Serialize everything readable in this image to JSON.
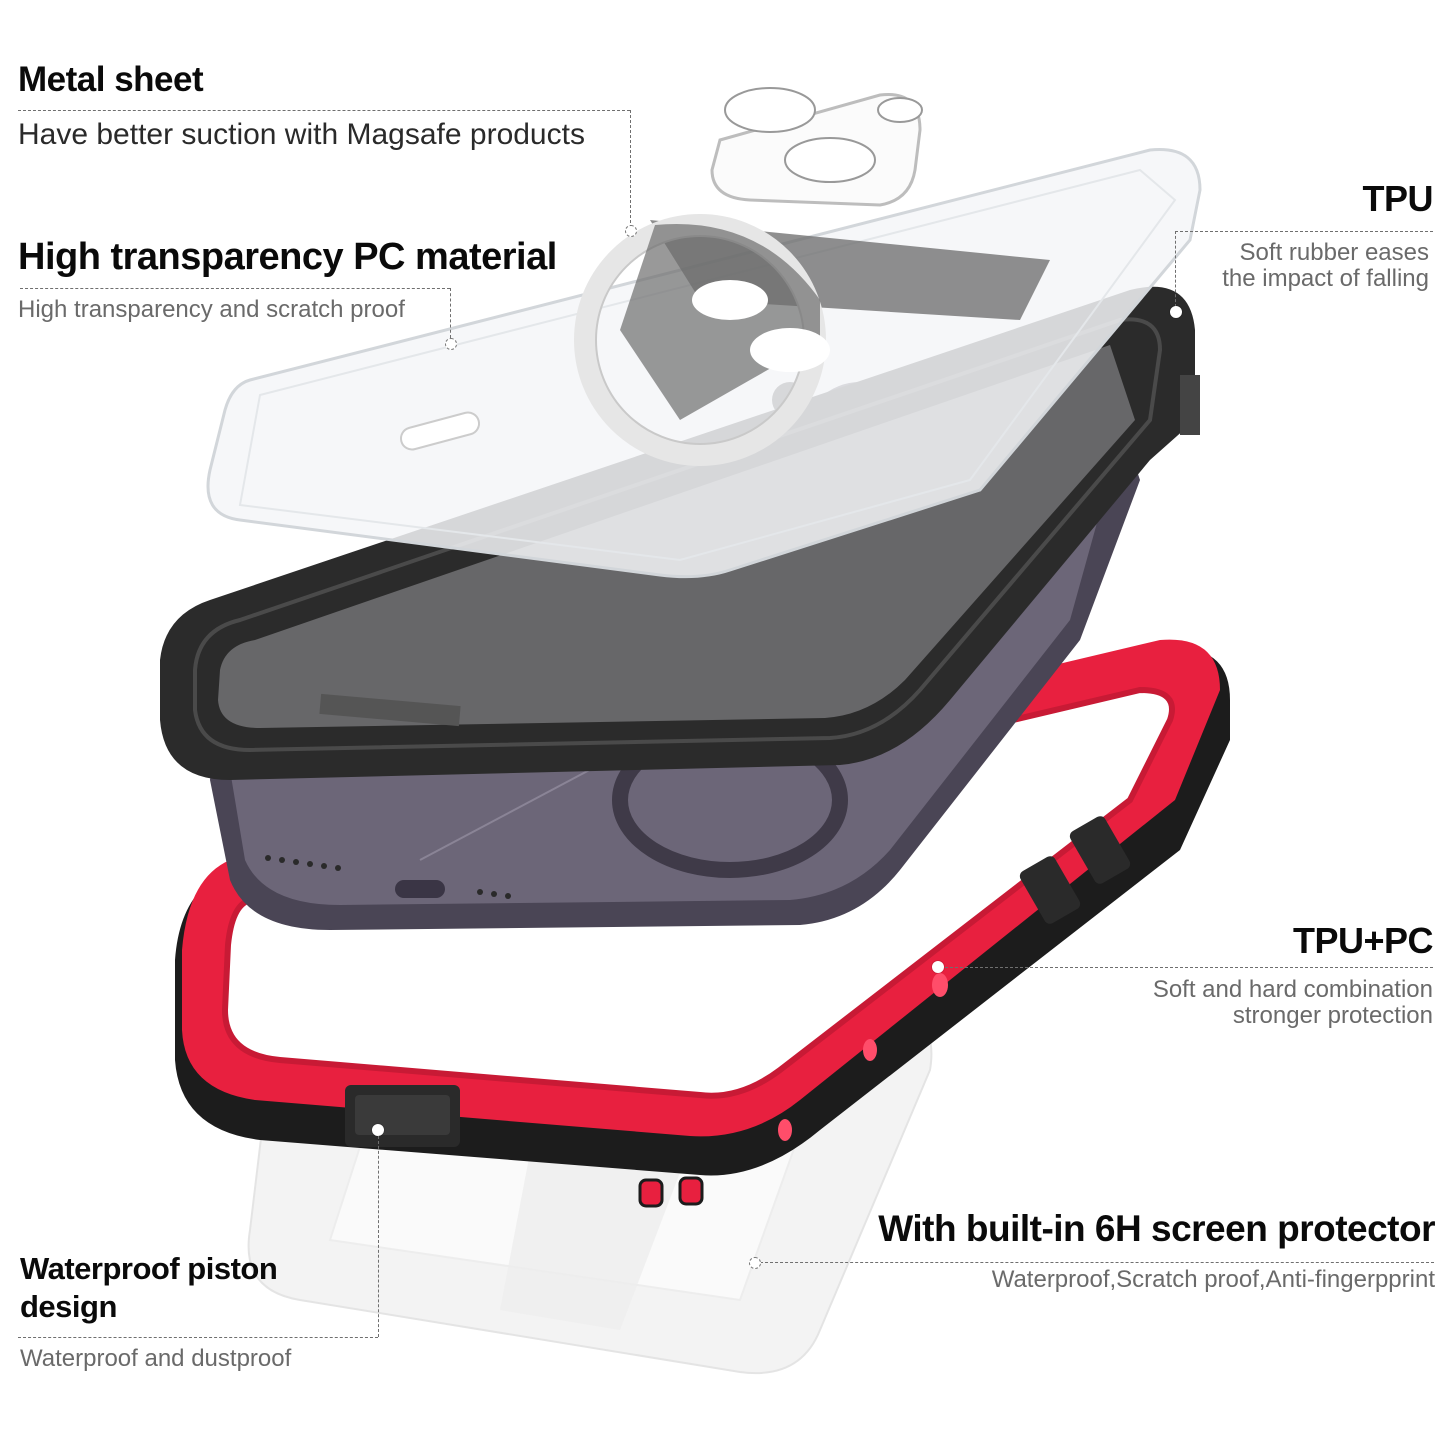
{
  "callouts": {
    "metal_sheet": {
      "title": "Metal sheet",
      "subtitle": "Have better suction with Magsafe products"
    },
    "pc_material": {
      "title": "High transparency PC material",
      "subtitle": "High transparency and scratch proof"
    },
    "tpu": {
      "title": "TPU",
      "subtitle_line1": "Soft rubber eases",
      "subtitle_line2": "the impact of falling"
    },
    "tpu_pc": {
      "title": "TPU+PC",
      "subtitle_line1": "Soft and hard combination",
      "subtitle_line2": "stronger protection"
    },
    "screen_protector": {
      "title": "With built-in  6H screen protector",
      "subtitle": "Waterproof,Scratch proof,Anti-fingerpprint"
    },
    "piston": {
      "title_line1": "Waterproof piston",
      "title_line2": "design",
      "subtitle": "Waterproof and dustproof"
    }
  },
  "product": {
    "layers": [
      "clear-pc-back-cover",
      "magsafe-metal-ring",
      "black-tpu-bumper",
      "purple-phone",
      "red-tpu-pc-frame",
      "screen-protector"
    ],
    "colors": {
      "frame_red": "#e8203f",
      "frame_black": "#1c1c1c",
      "bumper_black": "#2b2b2b",
      "phone_purple": "#5a5566",
      "metal_ring": "#e6e6e6",
      "clear_pc": "#f4f6f8"
    }
  }
}
